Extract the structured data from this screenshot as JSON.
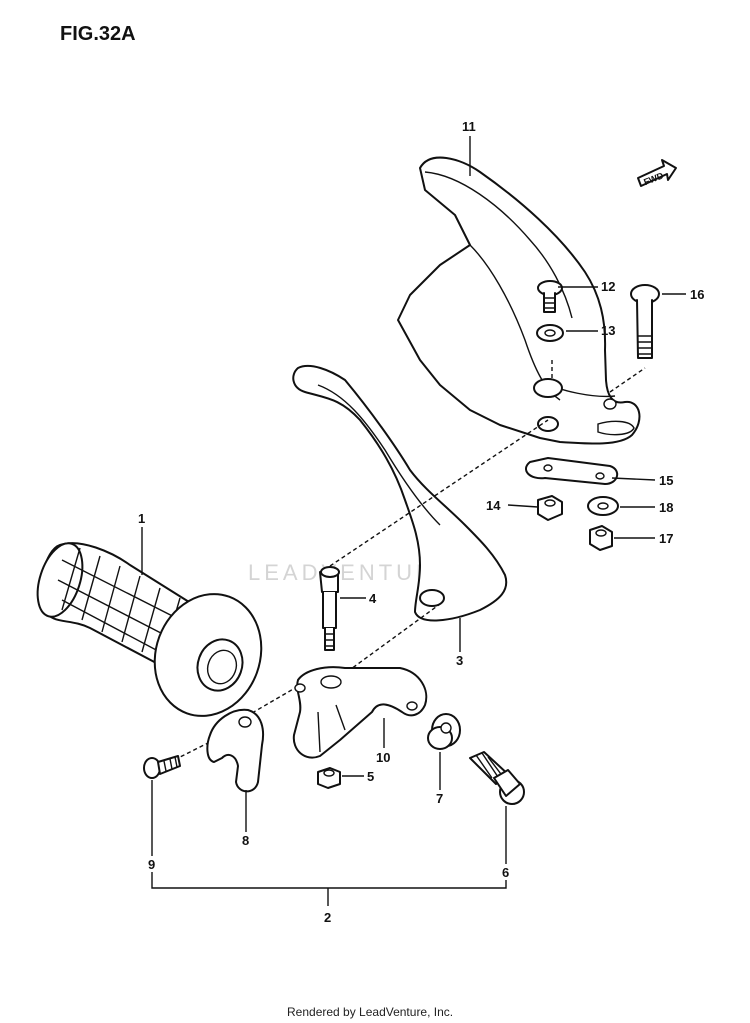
{
  "figure": {
    "title": "FIG.32A",
    "forward_label": "FWD",
    "watermark": "LEADVENTURE",
    "footer": "Rendered by LeadVenture, Inc."
  },
  "parts": [
    {
      "ref": "1",
      "icon": "handlebar-grip"
    },
    {
      "ref": "2",
      "icon": "lever-assembly-bracket"
    },
    {
      "ref": "3",
      "icon": "clutch-lever"
    },
    {
      "ref": "4",
      "icon": "pivot-bolt"
    },
    {
      "ref": "5",
      "icon": "nut"
    },
    {
      "ref": "6",
      "icon": "adjuster-bolt"
    },
    {
      "ref": "7",
      "icon": "lock-nut"
    },
    {
      "ref": "8",
      "icon": "clamp"
    },
    {
      "ref": "9",
      "icon": "screw"
    },
    {
      "ref": "10",
      "icon": "lever-holder"
    },
    {
      "ref": "11",
      "icon": "hand-guard"
    },
    {
      "ref": "12",
      "icon": "bolt"
    },
    {
      "ref": "13",
      "icon": "washer"
    },
    {
      "ref": "14",
      "icon": "nut"
    },
    {
      "ref": "15",
      "icon": "plate"
    },
    {
      "ref": "16",
      "icon": "bolt"
    },
    {
      "ref": "17",
      "icon": "nut"
    },
    {
      "ref": "18",
      "icon": "washer"
    }
  ]
}
